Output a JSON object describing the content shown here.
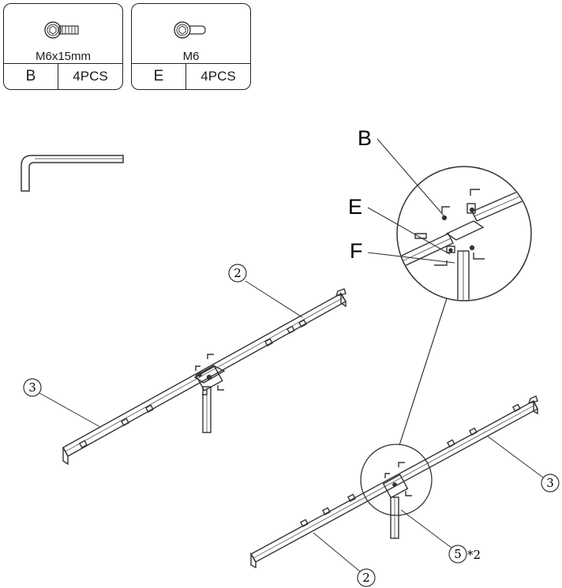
{
  "parts": [
    {
      "size": "M6x15mm",
      "letter": "B",
      "qty": "4PCS",
      "icon": "hex-socket-bolt-icon"
    },
    {
      "size": "M6",
      "letter": "E",
      "qty": "4PCS",
      "icon": "hex-socket-nut-icon"
    }
  ],
  "tool": {
    "icon": "allen-key-icon"
  },
  "detail_labels": {
    "b": "B",
    "e": "E",
    "f": "F"
  },
  "callouts": {
    "left_rail": "2",
    "left_rail_other": "3",
    "right_rail": "3",
    "right_rail_other": "2",
    "leg": "5",
    "leg_multiplier": "*2"
  }
}
